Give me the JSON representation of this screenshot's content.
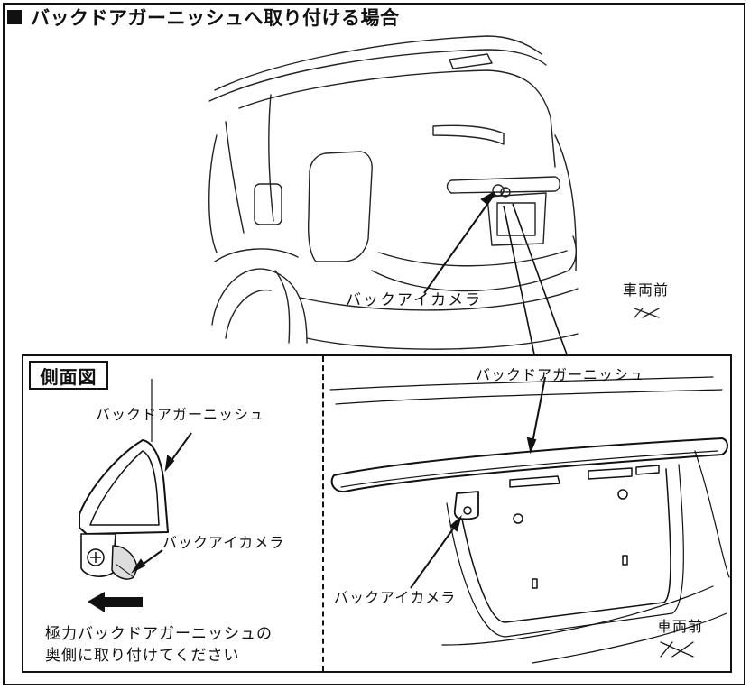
{
  "title": "バックドアガーニッシュへ取り付ける場合",
  "top_view": {
    "camera_label": "バックアイカメラ",
    "direction_label": "車両前"
  },
  "side_view": {
    "heading": "側面図",
    "garnish_label": "バックドアガーニッシュ",
    "camera_label": "バックアイカメラ",
    "note_line1": "極力バックドアガーニッシュの",
    "note_line2": "奥側に取り付けてください"
  },
  "detail_view": {
    "garnish_label": "バックドアガーニッシュ",
    "camera_label": "バックアイカメラ",
    "direction_label": "車両前"
  }
}
